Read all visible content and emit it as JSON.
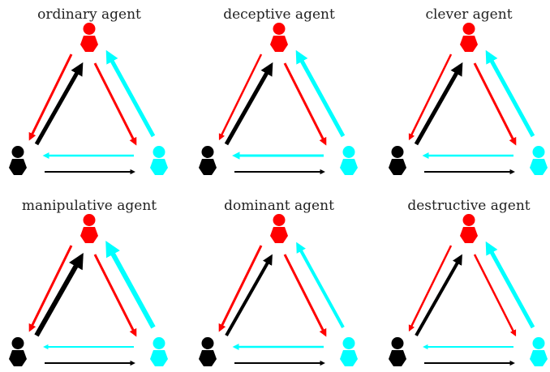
{
  "colors": {
    "red": "#ff0000",
    "black": "#000000",
    "cyan": "#00ffff"
  },
  "panels": [
    {
      "title": "ordinary agent",
      "arrow_weights": {
        "red_to_black": 3,
        "black_to_red": 5,
        "red_to_cyan": 3,
        "cyan_to_red": 5,
        "cyan_to_black": 2.5,
        "black_to_cyan": 2
      }
    },
    {
      "title": "deceptive agent",
      "arrow_weights": {
        "red_to_black": 2.5,
        "black_to_red": 5,
        "red_to_cyan": 3,
        "cyan_to_red": 5,
        "cyan_to_black": 3,
        "black_to_cyan": 2
      }
    },
    {
      "title": "clever agent",
      "arrow_weights": {
        "red_to_black": 2.5,
        "black_to_red": 5,
        "red_to_cyan": 3,
        "cyan_to_red": 5,
        "cyan_to_black": 2.5,
        "black_to_cyan": 2
      }
    },
    {
      "title": "manipulative agent",
      "arrow_weights": {
        "red_to_black": 3,
        "black_to_red": 6,
        "red_to_cyan": 3,
        "cyan_to_red": 6,
        "cyan_to_black": 2,
        "black_to_cyan": 2
      }
    },
    {
      "title": "dominant agent",
      "arrow_weights": {
        "red_to_black": 3,
        "black_to_red": 4,
        "red_to_cyan": 3,
        "cyan_to_red": 4,
        "cyan_to_black": 2.5,
        "black_to_cyan": 2
      }
    },
    {
      "title": "destructive agent",
      "arrow_weights": {
        "red_to_black": 2.5,
        "black_to_red": 4,
        "red_to_cyan": 2.5,
        "cyan_to_red": 5,
        "cyan_to_black": 2,
        "black_to_cyan": 2
      }
    }
  ]
}
